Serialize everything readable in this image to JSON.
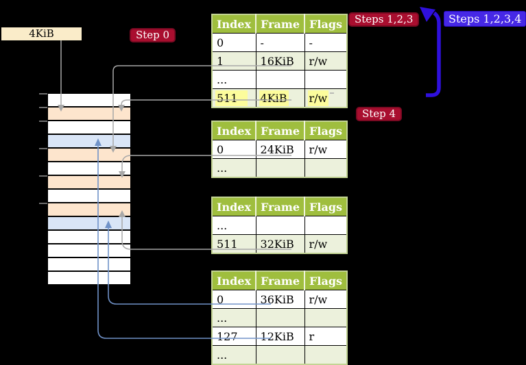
{
  "labels": {
    "page_size_box": "4KiB",
    "step0": "Step 0",
    "steps123": "Steps 1,2,3",
    "steps1234": "Steps 1,2,3,4",
    "step4": "Step 4"
  },
  "tables": [
    {
      "headers": [
        "Index",
        "Frame",
        "Flags"
      ],
      "rows": [
        {
          "cells": [
            "0",
            "-",
            "-"
          ]
        },
        {
          "cells": [
            "1",
            "16KiB",
            "r/w"
          ]
        },
        {
          "cells": [
            "...",
            "",
            ""
          ]
        },
        {
          "cells": [
            "511",
            "4KiB",
            "r/w"
          ],
          "highlighted": true
        }
      ]
    },
    {
      "headers": [
        "Index",
        "Frame",
        "Flags"
      ],
      "rows": [
        {
          "cells": [
            "0",
            "24KiB",
            "r/w"
          ]
        },
        {
          "cells": [
            "...",
            "",
            ""
          ]
        }
      ]
    },
    {
      "headers": [
        "Index",
        "Frame",
        "Flags"
      ],
      "rows": [
        {
          "cells": [
            "...",
            "",
            ""
          ]
        },
        {
          "cells": [
            "511",
            "32KiB",
            "r/w"
          ]
        }
      ]
    },
    {
      "headers": [
        "Index",
        "Frame",
        "Flags"
      ],
      "rows": [
        {
          "cells": [
            "0",
            "36KiB",
            "r/w"
          ]
        },
        {
          "cells": [
            "...",
            "",
            ""
          ]
        },
        {
          "cells": [
            "127",
            "12KiB",
            "r"
          ]
        },
        {
          "cells": [
            "...",
            "",
            ""
          ]
        }
      ]
    }
  ],
  "memory_strip": {
    "rows": [
      {
        "type": "free"
      },
      {
        "type": "page-table-frame"
      },
      {
        "type": "free"
      },
      {
        "type": "page-frame"
      },
      {
        "type": "page-table-frame"
      },
      {
        "type": "free"
      },
      {
        "type": "page-table-frame"
      },
      {
        "type": "free"
      },
      {
        "type": "page-table-frame"
      },
      {
        "type": "page-frame"
      },
      {
        "type": "free"
      },
      {
        "type": "free"
      },
      {
        "type": "free"
      },
      {
        "type": "free"
      }
    ]
  },
  "colors": {
    "header-green": "#9fbe3e",
    "table-border": "#c3d494",
    "row-alt": "#ecf1dc",
    "highlight-yellow": "#fcfc9c",
    "cream": "#faecc9",
    "crimson": "#a90e2f",
    "crimson-border": "#7c0a23",
    "blueviolet": "#4628e6",
    "blueviolet-border": "#2a0dc8",
    "arrow-blueviolet": "#2f10dc",
    "frame-orange": "#fde5cd",
    "frame-blue": "#d9e5f7",
    "connector-gray": "#a8a8a8",
    "connector-blue": "#7092c8"
  }
}
